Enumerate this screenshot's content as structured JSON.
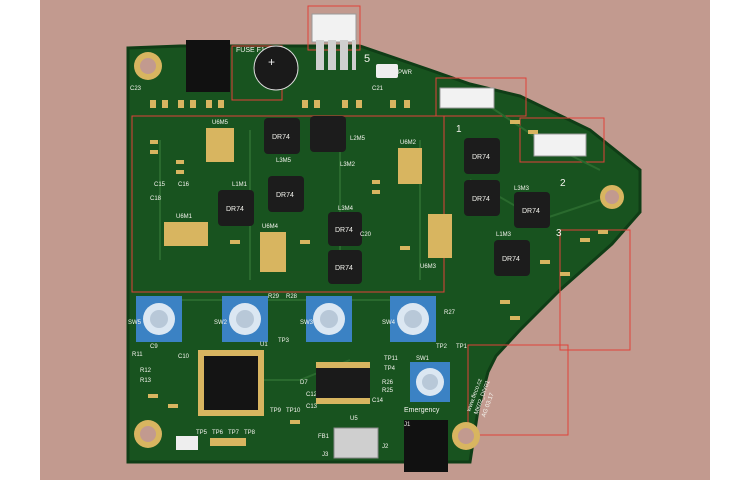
{
  "colors": {
    "background": "#c29a8f",
    "board": "#18531f",
    "board_dark": "#0f3d16",
    "copper_trace": "#2a6a2e",
    "pad_gold": "#d8b560",
    "silkscreen": "#f4f4ee",
    "keepout_outline": "#e0423a",
    "inductor_body": "#1c1c1c",
    "pot_blue": "#3b82c4"
  },
  "silkscreen": {
    "fuse_label": "FUSE F1",
    "connector_5": "5",
    "connector_1": "1",
    "connector_2": "2",
    "connector_3": "3",
    "pwr_label": "PWR",
    "inductor_labels": [
      "L3M5",
      "L2M5",
      "L3M2",
      "L1M1",
      "L3M4",
      "L3M3",
      "L1M3"
    ],
    "inductor_marks": [
      "DR74",
      "DR74",
      "DR74",
      "DR74",
      "DR74",
      "DR74",
      "DR74",
      "DR74",
      "DR74"
    ],
    "ic_labels": [
      "U6M5",
      "U6M2",
      "U6M4",
      "U6M1",
      "U6M3"
    ],
    "resistor_labels": [
      "R29",
      "R28",
      "R27",
      "R26",
      "R25",
      "R12",
      "R13",
      "R11"
    ],
    "cap_labels": [
      "C9",
      "C10",
      "C12",
      "C13",
      "C14",
      "C15",
      "C16",
      "C18",
      "C20",
      "C21",
      "C23"
    ],
    "testpoints": [
      "TP1",
      "TP2",
      "TP3",
      "TP4",
      "TP5",
      "TP6",
      "TP7",
      "TP8",
      "TP9",
      "TP10",
      "TP11"
    ],
    "sw_labels": [
      "SW1",
      "SW2",
      "SW3",
      "SW4",
      "SW5"
    ],
    "emergency_label": "Emergency",
    "mcu_label": "U1",
    "u5_label": "U5",
    "d7_label": "D7",
    "fb1_label": "FB1",
    "j1_label": "J1",
    "j2_label": "J2",
    "j3_label": "J3",
    "brand_text": "www.fleco.cz",
    "rev_text": "MK02_DIY01",
    "date_text": "AG 03.17"
  }
}
